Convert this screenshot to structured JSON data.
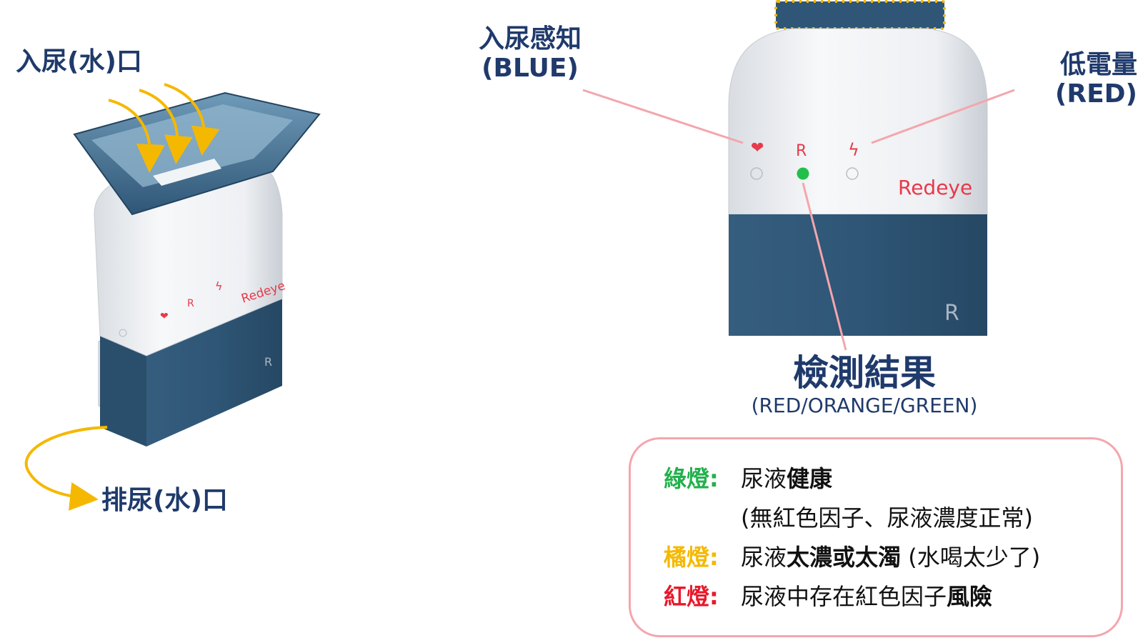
{
  "left_device": {
    "inlet_label": "入尿(水)口",
    "outlet_label": "排尿(水)口",
    "brand": "Redeye"
  },
  "right_device": {
    "sensor_label": "入尿感知",
    "sensor_color": "(BLUE)",
    "battery_label": "低電量",
    "battery_color": "(RED)",
    "result_label": "檢測結果",
    "result_colors": "(RED/ORANGE/GREEN)",
    "brand": "Redeye"
  },
  "legend": {
    "rows": [
      {
        "key": "綠燈:",
        "key_color": "#22b14c",
        "text_plain": "尿液",
        "text_bold": "健康",
        "text_tail": ""
      },
      {
        "key": "",
        "key_color": "#000000",
        "text_plain": "(無紅色因子、尿液濃度正常)",
        "text_bold": "",
        "text_tail": ""
      },
      {
        "key": "橘燈:",
        "key_color": "#f5b800",
        "text_plain": "尿液",
        "text_bold": "太濃或太濁",
        "text_tail": " (水喝太少了)"
      },
      {
        "key": "紅燈:",
        "key_color": "#e8192c",
        "text_plain": "尿液中存在紅色因子",
        "text_bold": "風險",
        "text_tail": ""
      }
    ]
  },
  "colors": {
    "navy": "#1f3a6b",
    "device_blue": "#2f5676",
    "arrow_yellow": "#f5b800",
    "leader_pink": "#f4a6ad",
    "indicator_green": "#22c04a",
    "brand_red": "#e8394a"
  },
  "icons": [
    "heart-icon",
    "redeye-logo-icon",
    "bolt-icon"
  ]
}
